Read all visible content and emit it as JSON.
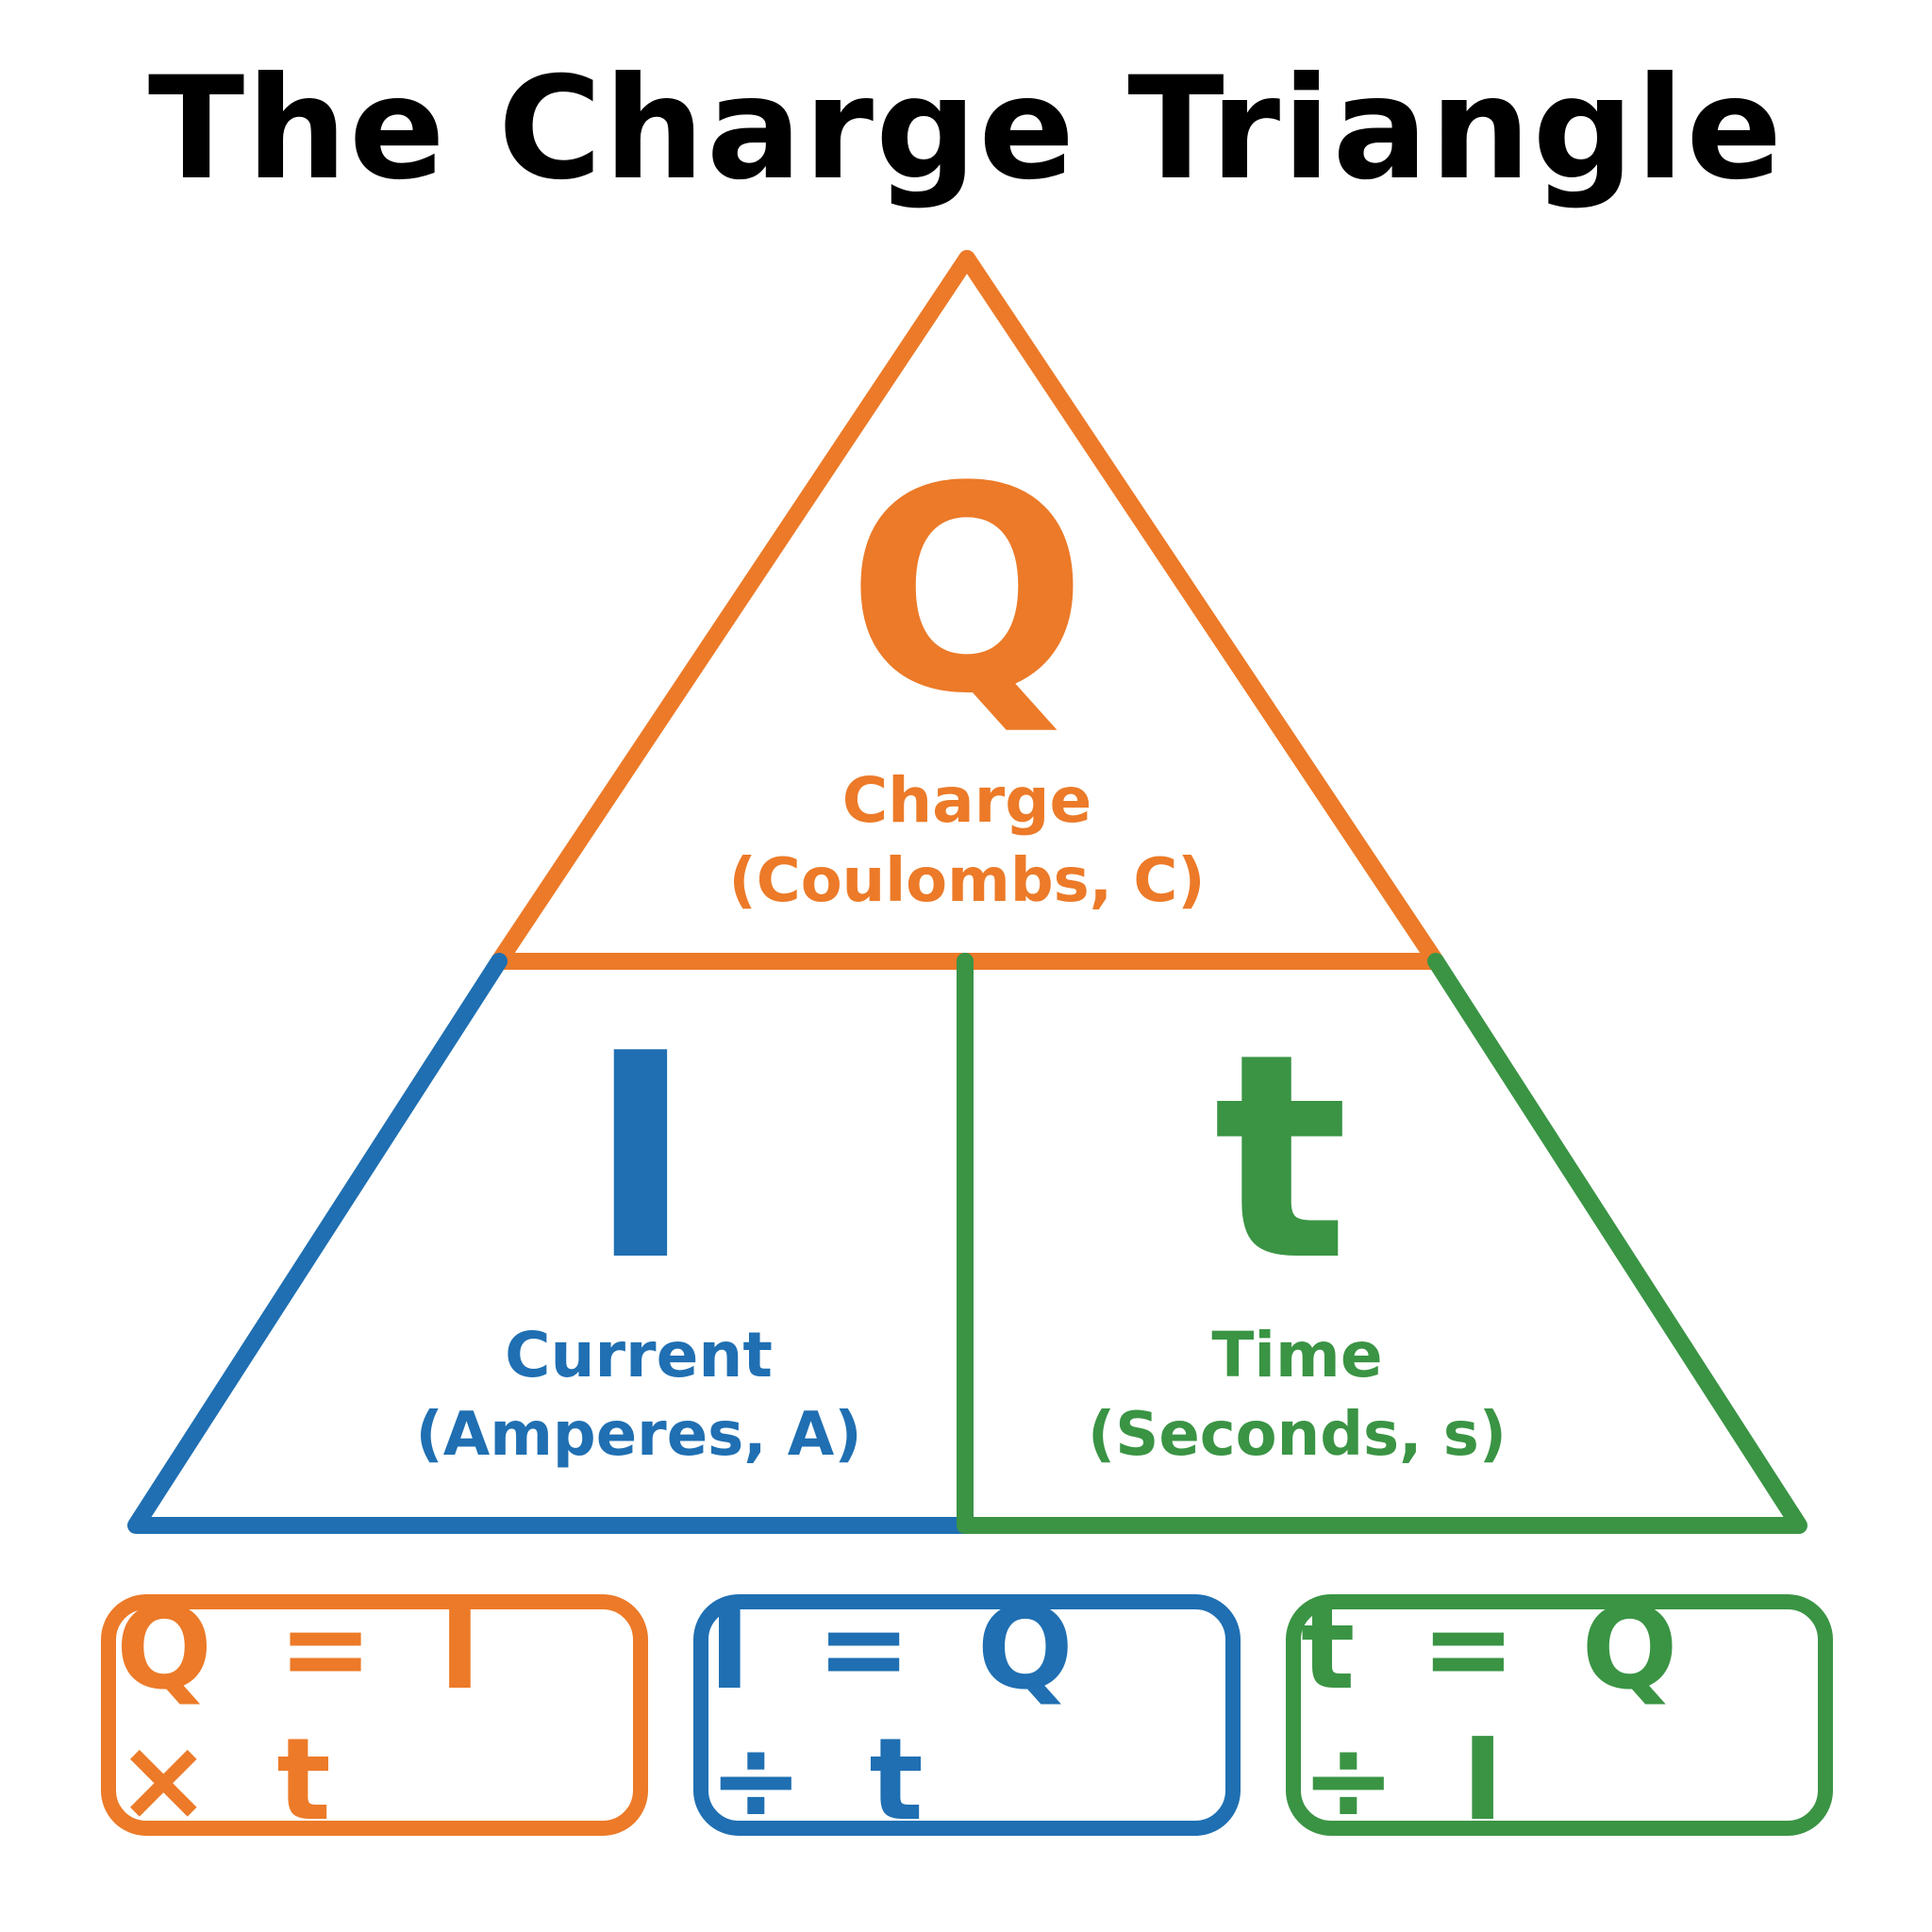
{
  "title": "The Charge Triangle",
  "colors": {
    "charge": "#EC7A28",
    "current": "#1F6FB2",
    "time": "#3A9444"
  },
  "triangle": {
    "top": {
      "symbol": "Q",
      "name": "Charge",
      "unit": "(Coulombs, C)"
    },
    "bottom_left": {
      "symbol": "I",
      "name": "Current",
      "unit": "(Amperes, A)"
    },
    "bottom_right": {
      "symbol": "t",
      "name": "Time",
      "unit": "(Seconds, s)"
    }
  },
  "formulas": [
    "Q = I × t",
    "I = Q ÷ t",
    "t = Q ÷ I"
  ]
}
